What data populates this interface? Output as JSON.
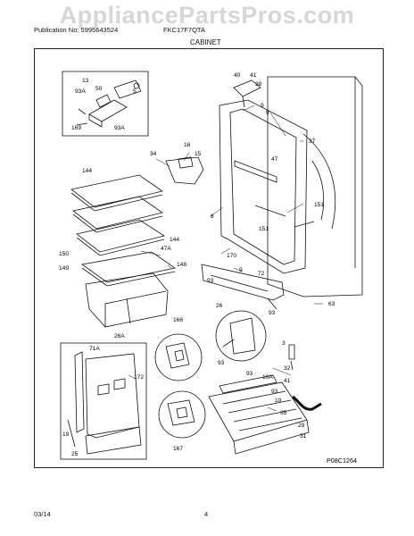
{
  "watermark": "AppliancePartsPros.com",
  "header": {
    "publication": "Publication No: 5995643524",
    "model": "FKC17F7QTA",
    "section": "CABINET"
  },
  "diagram": {
    "callouts": [
      "13",
      "50",
      "5",
      "93A",
      "93A",
      "169",
      "40",
      "41",
      "38",
      "9",
      "9",
      "37",
      "47",
      "8",
      "16",
      "15",
      "34",
      "144",
      "144",
      "151",
      "151",
      "150",
      "149",
      "47A",
      "148",
      "170",
      "9",
      "72",
      "93",
      "26",
      "93",
      "63",
      "26A",
      "166",
      "3",
      "32",
      "93",
      "10A",
      "93",
      "41",
      "71A",
      "172",
      "93",
      "10",
      "35",
      "29",
      "19",
      "31",
      "25",
      "167"
    ],
    "drawing_code": "P08C1264"
  },
  "footer": {
    "date": "03/14",
    "page": "4"
  }
}
